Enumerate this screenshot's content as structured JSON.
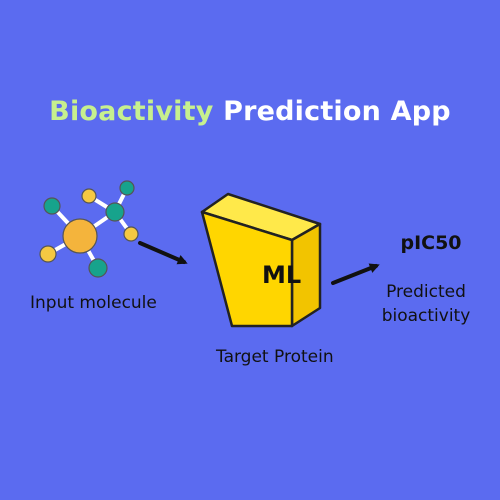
{
  "title": {
    "part1": "Bioactivity",
    "part2": " Prediction App"
  },
  "input_label": "Input molecule",
  "model": {
    "label": "ML",
    "caption": "Target Protein"
  },
  "output": {
    "value_label": "pIC50",
    "caption_line1": "Predicted",
    "caption_line2": "bioactivity"
  },
  "colors": {
    "background": "#5b6bf0",
    "title_accent": "#c7f08e",
    "title_main": "#ffffff",
    "cube_front": "#ffd600",
    "cube_top": "#ffe94a",
    "cube_side": "#f2c400",
    "atom_orange": "#f4b43c",
    "atom_teal": "#17a38c",
    "atom_yellow": "#f5c842"
  },
  "icons": {
    "molecule": "molecule-icon",
    "cube": "ml-cube-icon",
    "arrows": "arrow-right-icon"
  }
}
